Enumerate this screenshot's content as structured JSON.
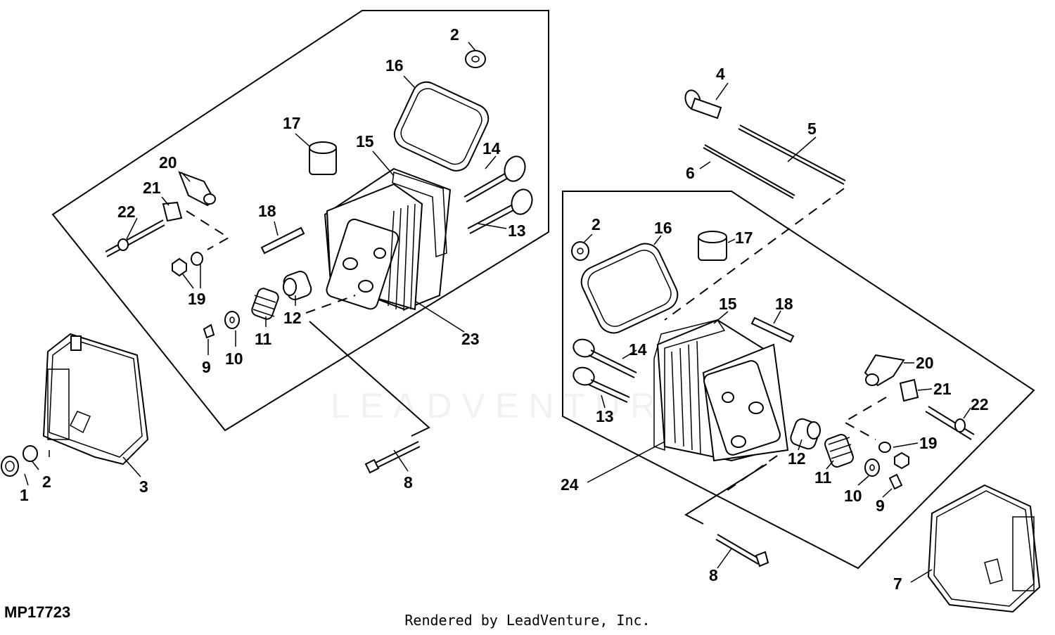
{
  "figure_id": "MP17723",
  "credit": "Rendered by LeadVenture, Inc.",
  "watermark": "LEADVENTURE",
  "callouts": {
    "left": {
      "c1": "1",
      "c2a": "2",
      "c2b": "2",
      "c3": "3",
      "c8": "8",
      "c9": "9",
      "c10": "10",
      "c11": "11",
      "c12": "12",
      "c13": "13",
      "c14": "14",
      "c15": "15",
      "c16": "16",
      "c17": "17",
      "c18": "18",
      "c19": "19",
      "c20": "20",
      "c21": "21",
      "c22": "22",
      "c23": "23"
    },
    "right": {
      "c2": "2",
      "c4": "4",
      "c5": "5",
      "c6": "6",
      "c7": "7",
      "c8": "8",
      "c9": "9",
      "c10": "10",
      "c11": "11",
      "c12": "12",
      "c13": "13",
      "c14": "14",
      "c15": "15",
      "c16": "16",
      "c17": "17",
      "c18": "18",
      "c19": "19",
      "c20": "20",
      "c21": "21",
      "c22": "22",
      "c24": "24"
    }
  }
}
